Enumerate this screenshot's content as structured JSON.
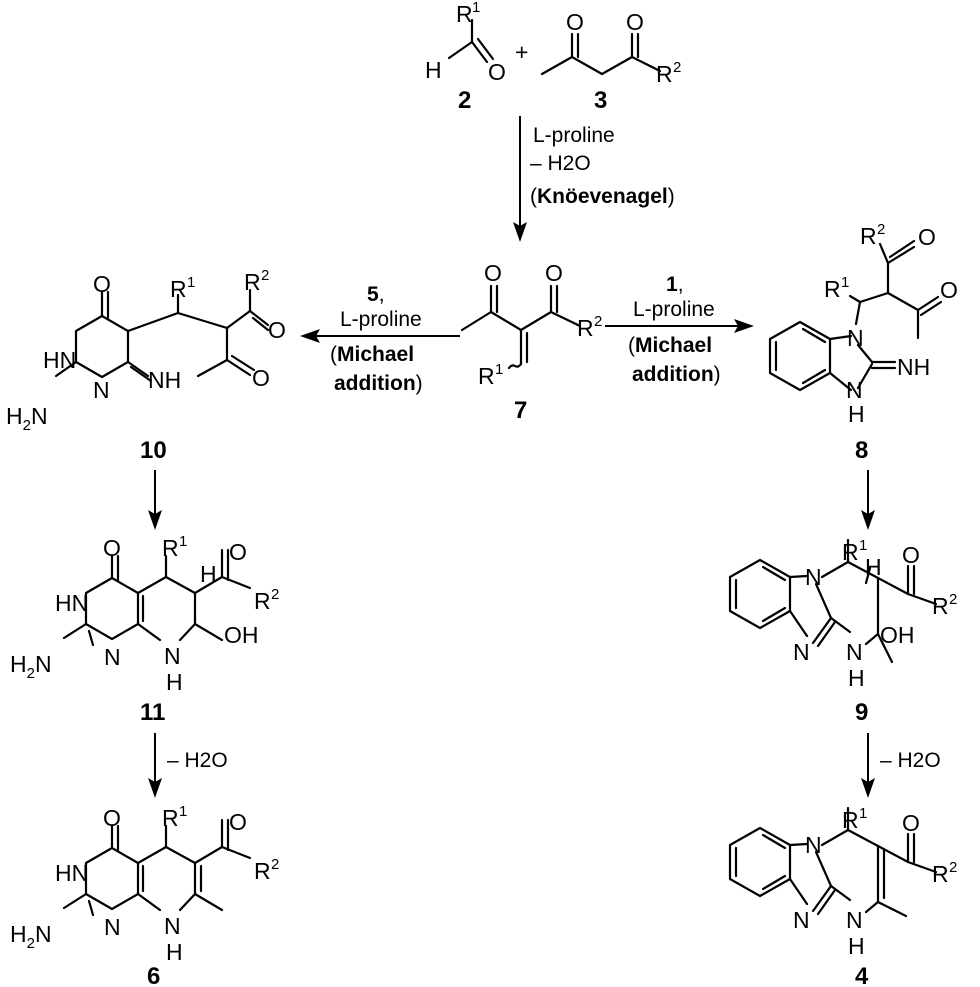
{
  "atoms": {
    "H": "H",
    "O": "O",
    "N": "N",
    "NH": "NH",
    "HN": "HN",
    "H2N": "H2N",
    "OH": "OH",
    "R": "R",
    "sup1": "1",
    "sup2": "2",
    "sub2": "2",
    "plus": "+"
  },
  "compounds": {
    "c2": "2",
    "c3": "3",
    "c7": "7",
    "c8": "8",
    "c9": "9",
    "c4": "4",
    "c10": "10",
    "c11": "11",
    "c6": "6"
  },
  "conditions": {
    "lproline": "L-proline",
    "minus_h2o": "– H2O",
    "knoevenagel": "Knöevenagel",
    "reagent5": "5",
    "reagent1": "1",
    "michael": "Michael",
    "addition": "addition",
    "lparen": "(",
    "rparen": ")",
    "comma": ","
  }
}
